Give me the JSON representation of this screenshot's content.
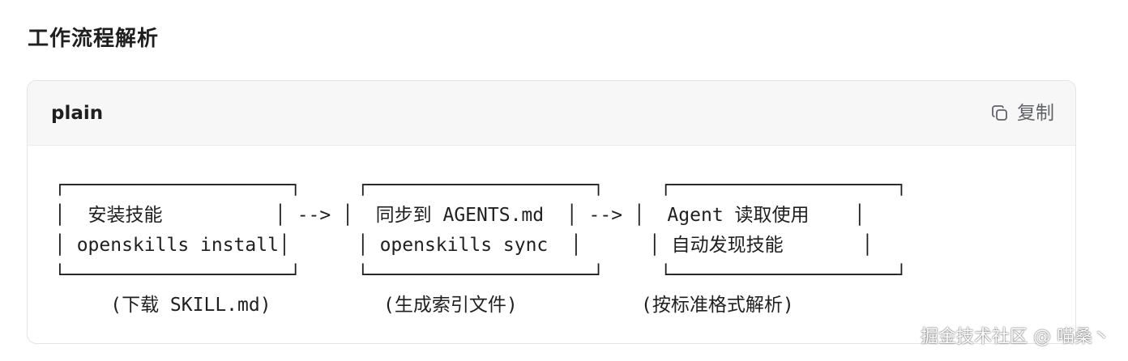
{
  "section": {
    "title": "工作流程解析"
  },
  "code_block": {
    "language": "plain",
    "copy_label": "复制",
    "copy_icon": "copy-icon",
    "lines": [
      "┌────────────────────┐     ┌────────────────────┐     ┌────────────────────┐",
      "│  安装技能          │ --> │  同步到 AGENTS.md  │ --> │  Agent 读取使用    │",
      "│ openskills install│      │ openskills sync  │      │ 自动发现技能       │",
      "└────────────────────┘     └────────────────────┘     └────────────────────┘",
      "     (下载 SKILL.md)          (生成索引文件)           (按标准格式解析)"
    ]
  },
  "watermark": {
    "text": "掘金技术社区 @ 喵桑丶"
  }
}
